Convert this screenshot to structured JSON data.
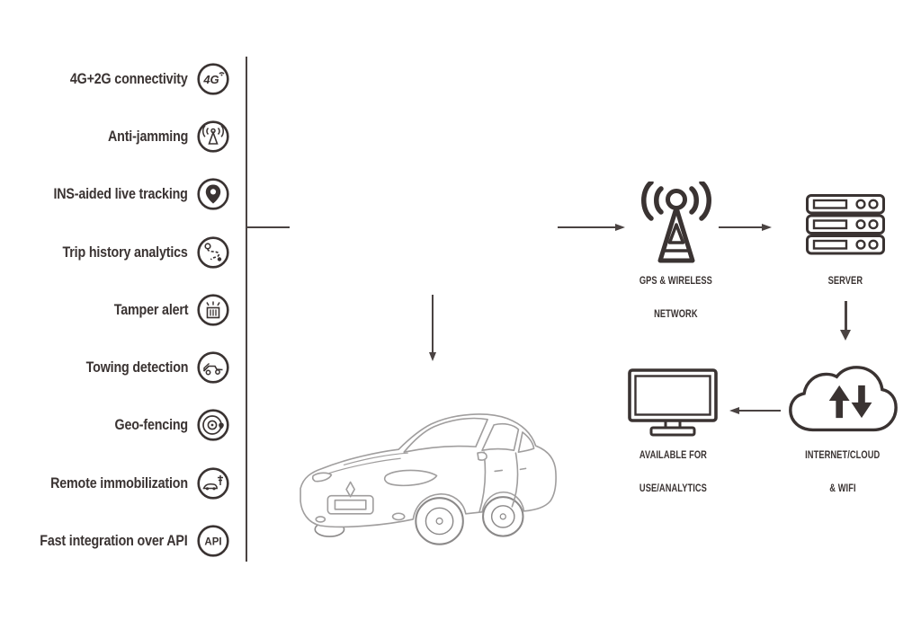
{
  "palette": {
    "ink": "#3a3332",
    "line": "#4a4342",
    "car_stroke": "#a09e9e",
    "background": "#ffffff"
  },
  "features": [
    {
      "label": "4G+2G connectivity",
      "icon": "signal-4g-icon"
    },
    {
      "label": "Anti-jamming",
      "icon": "anti-jamming-antenna-icon"
    },
    {
      "label": "INS-aided live tracking",
      "icon": "location-pin-icon"
    },
    {
      "label": "Trip history analytics",
      "icon": "route-history-icon"
    },
    {
      "label": "Tamper alert",
      "icon": "tamper-alert-icon"
    },
    {
      "label": "Towing detection",
      "icon": "tow-truck-icon"
    },
    {
      "label": "Geo-fencing",
      "icon": "geofence-target-icon"
    },
    {
      "label": "Remote immobilization",
      "icon": "immobilizer-key-icon"
    },
    {
      "label": "Fast integration over API",
      "icon": "api-icon"
    }
  ],
  "flow": {
    "gps_network": {
      "line1": "GPS & WIRELESS",
      "line2": "NETWORK"
    },
    "server": {
      "line1": "SERVER",
      "line2": ""
    },
    "internet_cloud": {
      "line1": "INTERNET/CLOUD",
      "line2": "& WIFI"
    },
    "analytics": {
      "line1": "AVAILABLE FOR",
      "line2": "USE/ANALYTICS"
    }
  },
  "illustration": {
    "subject": "sedan car line drawing, front-left three-quarter view"
  }
}
